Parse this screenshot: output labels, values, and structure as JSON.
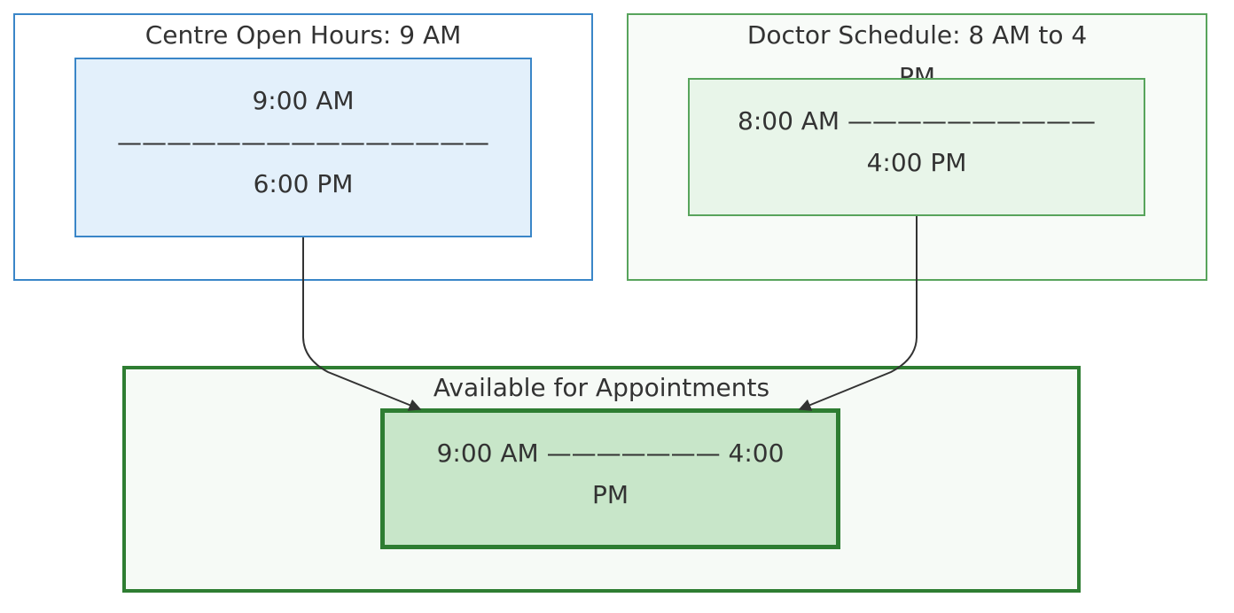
{
  "clusters": {
    "centre": {
      "title": "Centre Open Hours: 9 AM",
      "node": {
        "line1": "9:00 AM",
        "line2": "———————————————",
        "line3": "6:00 PM"
      }
    },
    "doctor": {
      "title_line1": "Doctor Schedule: 8 AM to 4",
      "title_line2": "PM",
      "node": {
        "line1": "8:00 AM ——————————",
        "line2": "4:00 PM"
      }
    },
    "available": {
      "title": "Available for Appointments",
      "node": {
        "line1": "9:00 AM ——————— 4:00",
        "line2": "PM"
      }
    }
  },
  "colors": {
    "blue_border": "#3a86c8",
    "blue_fill": "#e3f0fb",
    "green_border": "#58a45c",
    "green_fill": "#e8f5e9",
    "dark_green_border": "#2e7d32",
    "dark_green_fill": "#c8e6c9",
    "edge": "#333333"
  }
}
